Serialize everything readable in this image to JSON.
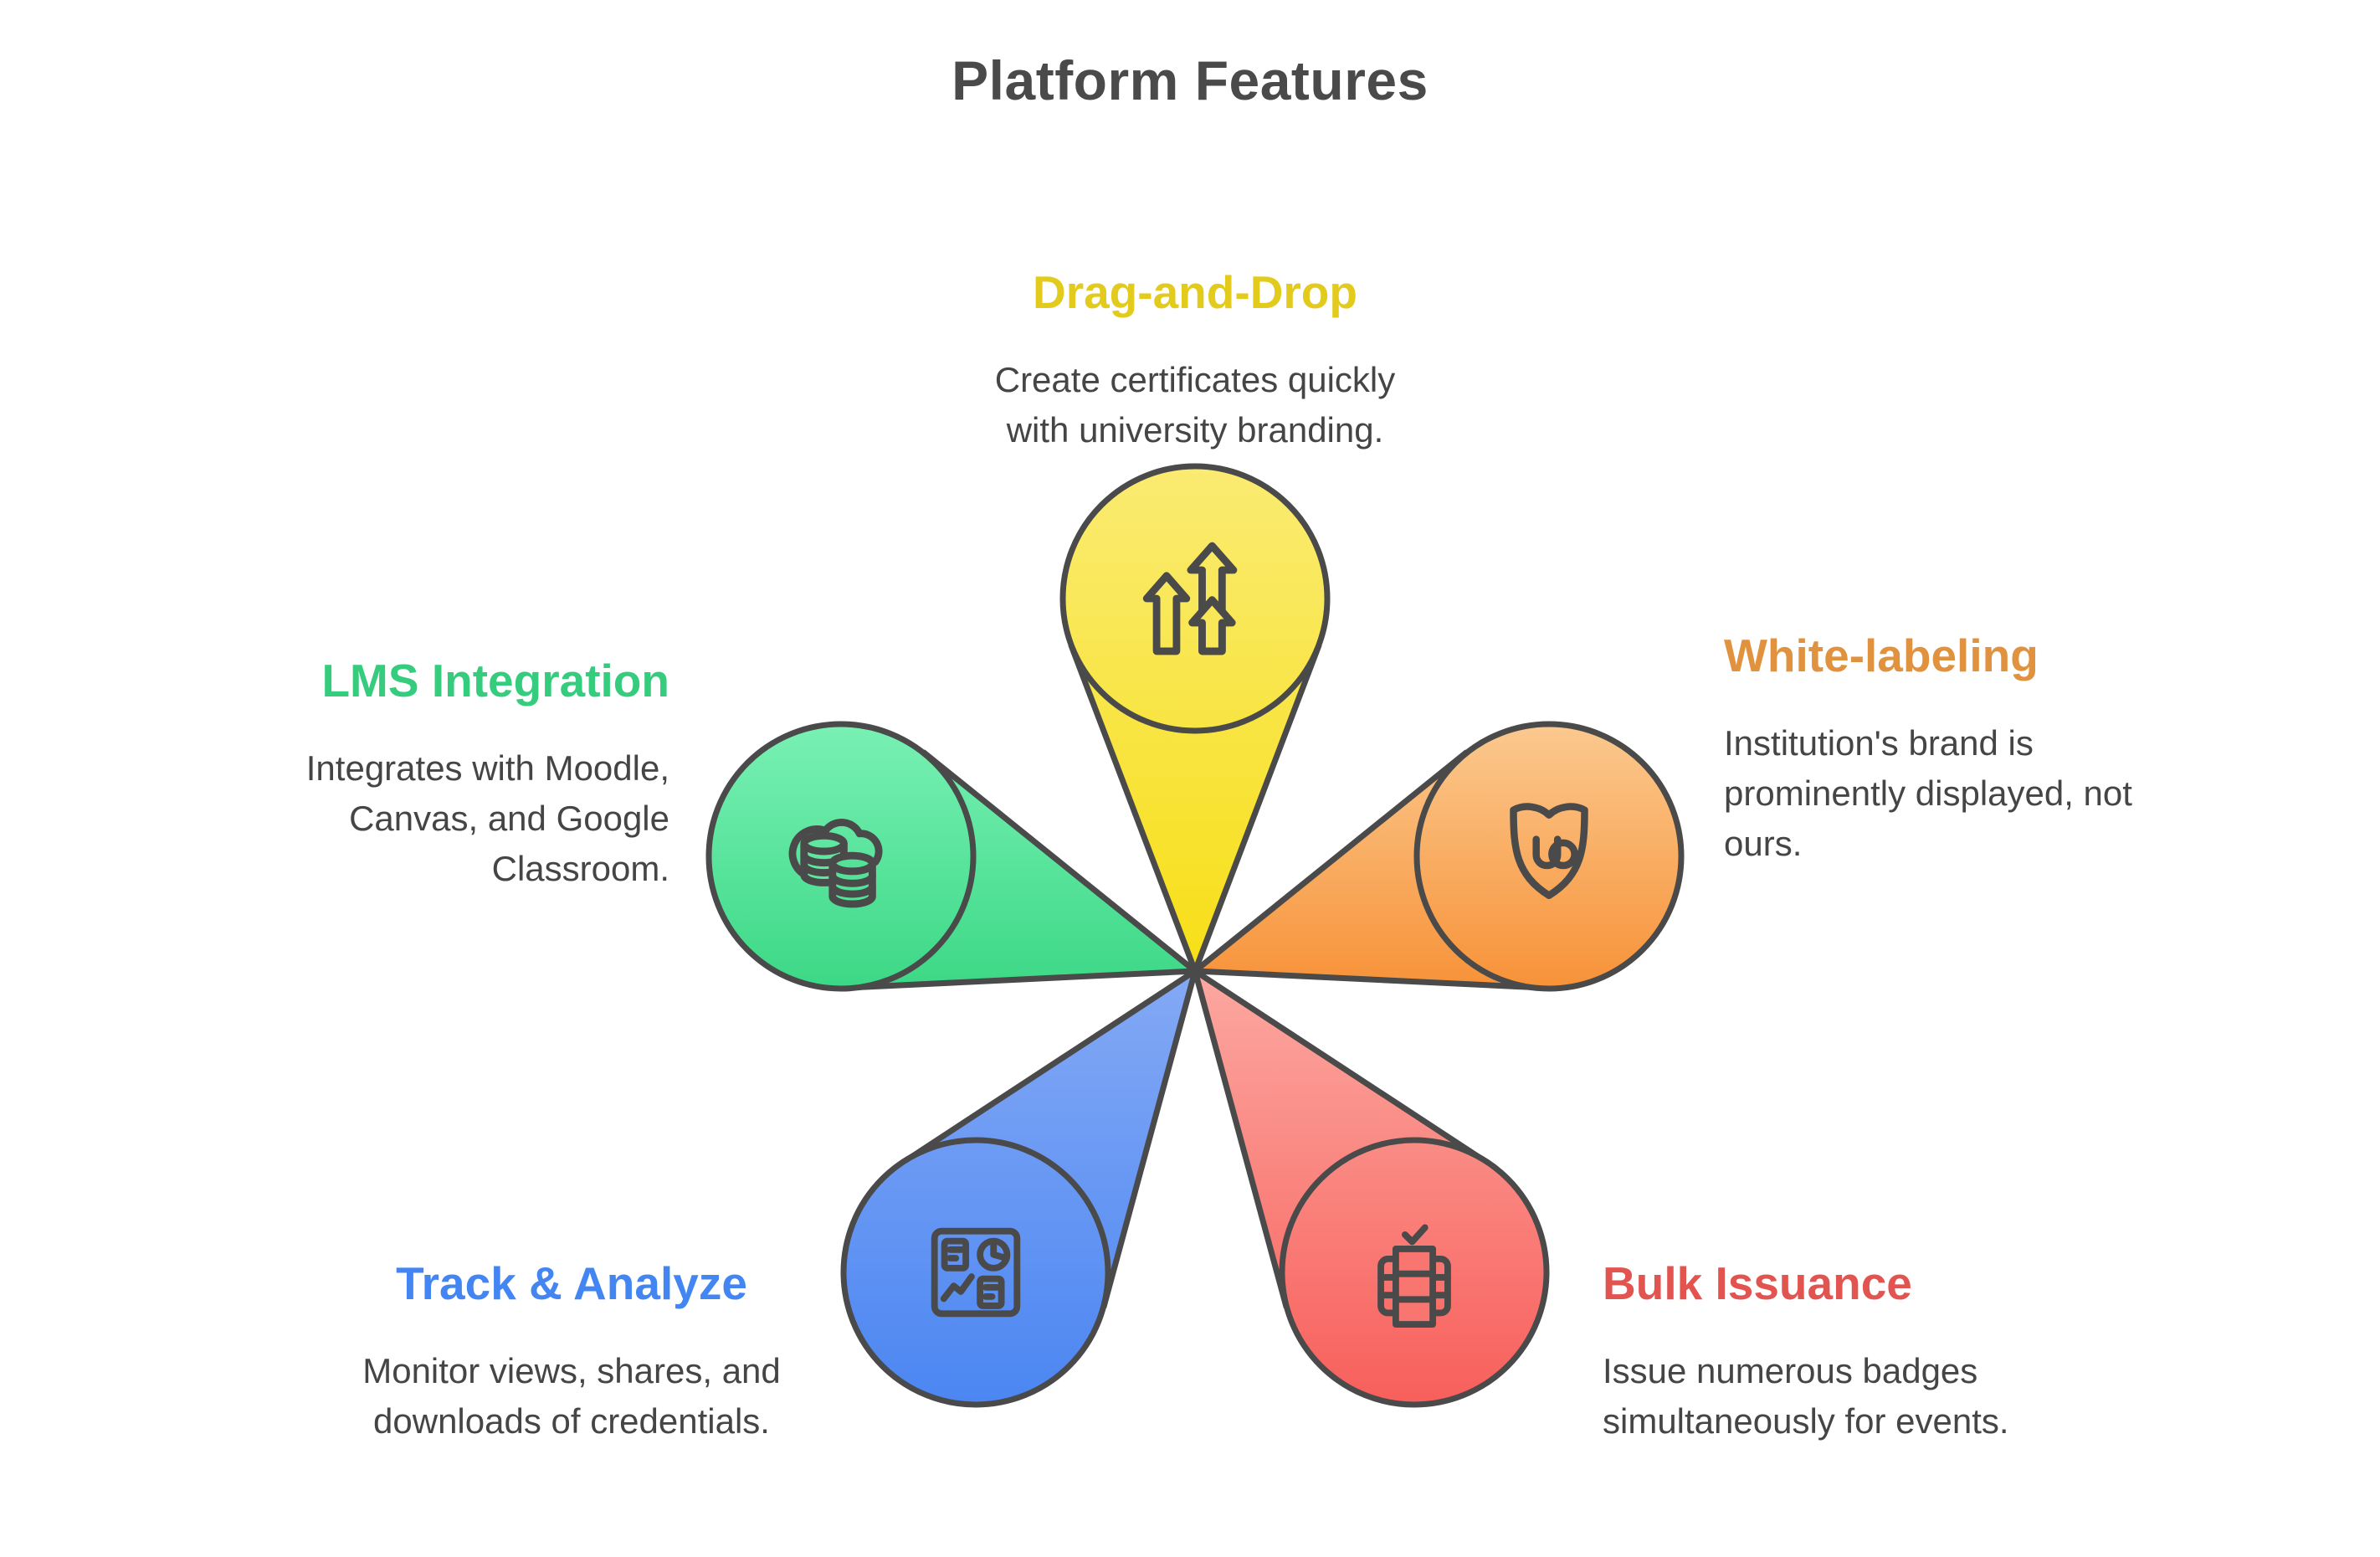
{
  "title": "Platform Features",
  "diagram": {
    "outline_color": "#4a4a4a",
    "title_color": "#4a4a4a",
    "text_color": "#454545"
  },
  "features": [
    {
      "title": "Drag-and-Drop",
      "title_color": "#e2cb1d",
      "gradient_from": "#faeb72",
      "gradient_to": "#f7df16",
      "icon": "growth-arrows-icon",
      "lines": [
        "Create certificates quickly",
        "with university branding."
      ]
    },
    {
      "title": "LMS Integration",
      "title_color": "#36cc7e",
      "gradient_from": "#79f1b4",
      "gradient_to": "#3cd886",
      "icon": "cloud-database-icon",
      "lines": [
        "Integrates with Moodle,",
        "Canvas, and Google",
        "Classroom."
      ]
    },
    {
      "title": "White-labeling",
      "title_color": "#e0923f",
      "gradient_from": "#fbc98f",
      "gradient_to": "#f79238",
      "icon": "shield-brand-icon",
      "lines": [
        "Institution's brand is",
        "prominently displayed, not",
        "ours."
      ]
    },
    {
      "title": "Track & Analyze",
      "title_color": "#4386f2",
      "gradient_from": "#84a9f5",
      "gradient_to": "#4b86f2",
      "icon": "dashboard-icon",
      "lines": [
        "Monitor views, shares, and",
        "downloads of credentials."
      ]
    },
    {
      "title": "Bulk Issuance",
      "title_color": "#e25450",
      "gradient_from": "#fca8a1",
      "gradient_to": "#f85f5b",
      "icon": "bulk-table-check-icon",
      "lines": [
        "Issue numerous badges",
        "simultaneously for events."
      ]
    }
  ]
}
